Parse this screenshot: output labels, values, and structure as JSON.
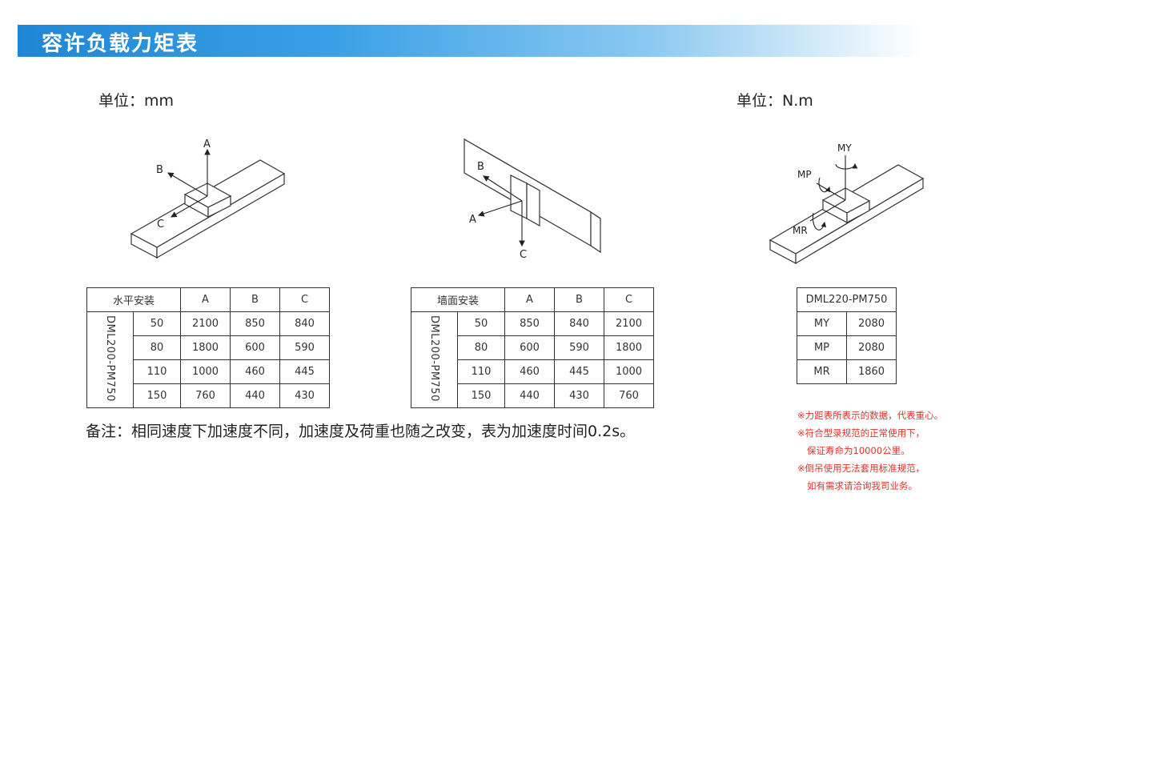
{
  "header": {
    "title": "容许负载力矩表"
  },
  "units": {
    "left": "单位：mm",
    "right": "单位：N.m"
  },
  "diagrams": {
    "horizontal": {
      "labels": {
        "a": "A",
        "b": "B",
        "c": "C"
      }
    },
    "wall": {
      "labels": {
        "a": "A",
        "b": "B",
        "c": "C"
      }
    },
    "moment": {
      "labels": {
        "my": "MY",
        "mp": "MP",
        "mr": "MR"
      }
    }
  },
  "table_horizontal": {
    "header": [
      "水平安装",
      "A",
      "B",
      "C"
    ],
    "model": "DML200-PM750",
    "rows": [
      [
        "50",
        "2100",
        "850",
        "840"
      ],
      [
        "80",
        "1800",
        "600",
        "590"
      ],
      [
        "110",
        "1000",
        "460",
        "445"
      ],
      [
        "150",
        "760",
        "440",
        "430"
      ]
    ]
  },
  "table_wall": {
    "header": [
      "墙面安装",
      "A",
      "B",
      "C"
    ],
    "model": "DML200-PM750",
    "rows": [
      [
        "50",
        "850",
        "840",
        "2100"
      ],
      [
        "80",
        "600",
        "590",
        "1800"
      ],
      [
        "110",
        "460",
        "445",
        "1000"
      ],
      [
        "150",
        "440",
        "430",
        "760"
      ]
    ]
  },
  "table_moment": {
    "header": "DML220-PM750",
    "rows": [
      [
        "MY",
        "2080"
      ],
      [
        "MP",
        "2080"
      ],
      [
        "MR",
        "1860"
      ]
    ]
  },
  "note": "备注：相同速度下加速度不同，加速度及荷重也随之改变，表为加速度时间0.2s。",
  "red_notes": [
    "※力距表所表示的数据，代表重心。",
    "※符合型录规范的正常使用下，",
    "保证寿命为10000公里。",
    "※倒吊使用无法套用标准规范，",
    "如有需求请洽询我司业务。"
  ],
  "colors": {
    "banner": "#1f86d6",
    "red_note": "#e0342b"
  }
}
